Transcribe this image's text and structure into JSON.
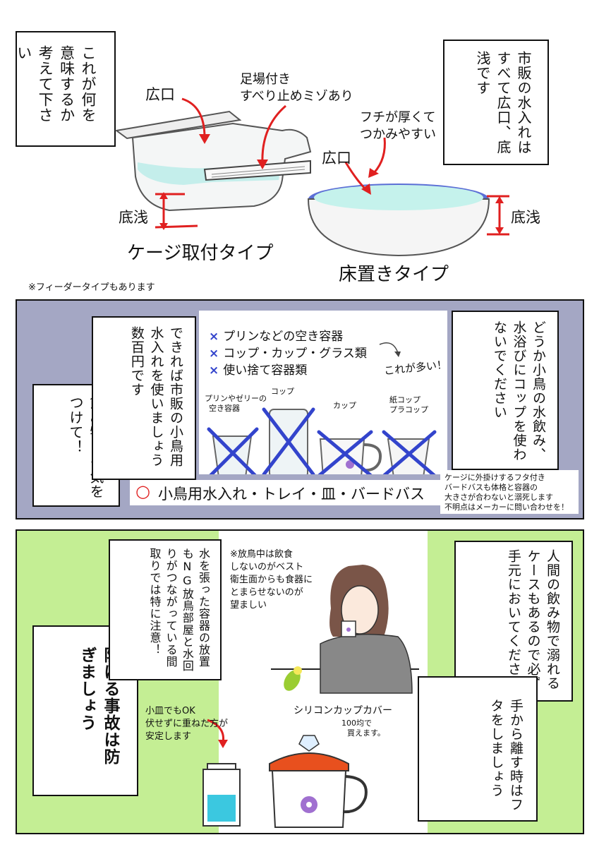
{
  "panel1": {
    "question": "これが何を意味するか考えて下さい",
    "wide_mouth_left": "広口",
    "foothold_line1": "足場付き",
    "foothold_line2": "すべり止めミゾあり",
    "thick_rim_line1": "フチが厚くて",
    "thick_rim_line2": "つかみやすい",
    "wide_mouth_right": "広口",
    "shallow_left": "底浅",
    "shallow_right": "底浅",
    "commercial_note": "市販の水入れはすべて広口、底浅です",
    "cage_type": "ケージ取付タイプ",
    "floor_type": "床置きタイプ",
    "feeder_note": "※フィーダータイプもあります"
  },
  "panel2": {
    "bg_color": "#a4a7c4",
    "drinks_warning": "飲み物にも気をつけて！",
    "recommend": "できれば市販の小鳥用水入れを使いましょう数百円です",
    "ng_items": [
      "プリンなどの空き容器",
      "コップ・カップ・グラス類",
      "使い捨て容器類"
    ],
    "ng_mark": "×",
    "many_note": "これが多い！",
    "please_text": "どうか小鳥の水飲み、水浴びにコップを使わないでください",
    "label_pudding_line1": "プリンやゼリーの",
    "label_pudding_line2": "空き容器",
    "label_cup": "コップ",
    "label_mug": "カップ",
    "label_paper_line1": "紙コップ",
    "label_paper_line2": "プラコップ",
    "ok_mark": "○",
    "ok_items": "小鳥用水入れ・トレイ・皿・バードバス",
    "bath_note_line1": "ケージに外掛けするフタ付き",
    "bath_note_line2": "バードバスも体格と容器の",
    "bath_note_line3": "大きさが合わないと溺死します",
    "bath_note_line4": "不明点はメーカーに問い合わせを！"
  },
  "panel3": {
    "bg_color": "#c4ee94",
    "prevent": "防げる事故は防ぎましょう",
    "water_container": "水を張った容器の放置もNG放鳥部屋と水回りがつながっている間取りでは特に注意！",
    "eating_note_line1": "※放鳥中は飲食",
    "eating_note_line2": "しないのがベスト",
    "eating_note_line3": "衛生面からも食器に",
    "eating_note_line4": "とまらせないのが",
    "eating_note_line5": "望ましい",
    "human_drinks": "人間の飲み物で溺れるケースもあるので必ず手元においてください",
    "lid_text": "手から離す時はフタをしましょう",
    "dish_note_line1": "小皿でもOK",
    "dish_note_line2": "伏せずに重ねた方が",
    "dish_note_line3": "安定します",
    "silicone": "シリコンカップカバー",
    "hundred_yen_line1": "100均で",
    "hundred_yen_line2": "買えます。"
  }
}
